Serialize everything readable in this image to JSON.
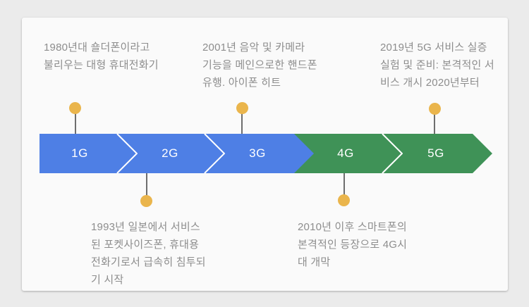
{
  "colors": {
    "page_bg": "#ebebeb",
    "card_bg": "#fafafa",
    "era_blue": "#4e7fe5",
    "era_green": "#3f9257",
    "dot_yellow": "#eab54c",
    "connector_gray": "#6e6e6e",
    "note_text_gray": "#8d8d8d",
    "segment_label_white": "#ffffff"
  },
  "timeline": {
    "segments": [
      {
        "label": "1G",
        "era": "blue"
      },
      {
        "label": "2G",
        "era": "blue"
      },
      {
        "label": "3G",
        "era": "blue"
      },
      {
        "label": "4G",
        "era": "green"
      },
      {
        "label": "5G",
        "era": "green"
      }
    ]
  },
  "annotations": [
    {
      "segment": "1G",
      "side": "top",
      "lines": [
        "1980년대 숄더폰이라고",
        "불리우는 대형 휴대전화기"
      ]
    },
    {
      "segment": "2G",
      "side": "bottom",
      "lines": [
        "1993년 일본에서 서비스",
        "된 포켓사이즈폰, 휴대용",
        "전화기로서 급속히 침투되",
        "기 시작"
      ]
    },
    {
      "segment": "3G",
      "side": "top",
      "lines": [
        "2001년 음악 및 카메라",
        "기능을 메인으로한 핸드폰",
        "유행. 아이폰 히트"
      ]
    },
    {
      "segment": "4G",
      "side": "bottom",
      "lines": [
        "2010년 이후 스마트폰의",
        "본격적인 등장으로 4G시",
        "대 개막"
      ]
    },
    {
      "segment": "5G",
      "side": "top",
      "lines": [
        "2019년 5G 서비스 실증",
        "실험 및 준비: 본격적인 서",
        "비스 개시 2020년부터"
      ]
    }
  ]
}
